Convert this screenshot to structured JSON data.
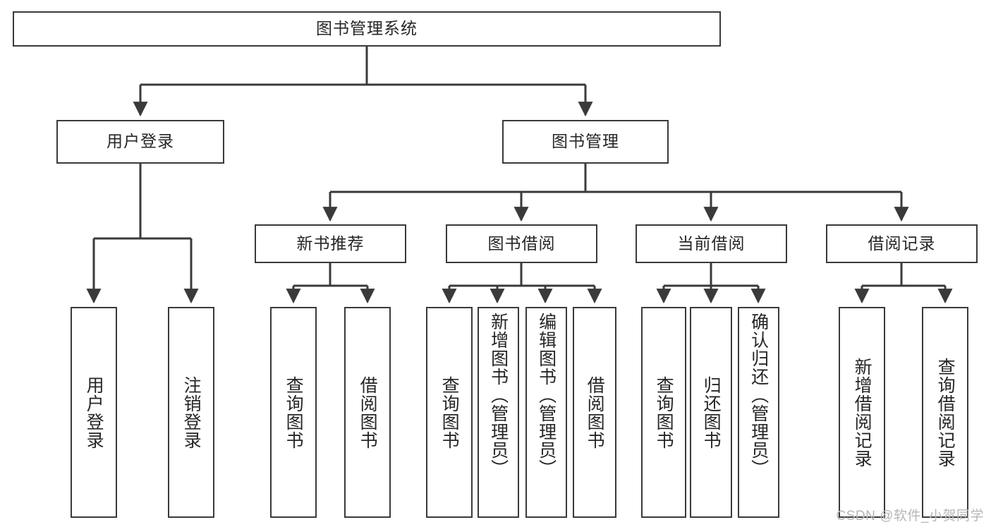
{
  "diagram": {
    "type": "tree",
    "title": "图书管理系统",
    "orientation": "top-down",
    "colors": {
      "stroke": "#3a3a3a",
      "box_fill": "#ffffff",
      "text": "#262626",
      "background": "#ffffff",
      "watermark": "#b6b6b6"
    },
    "root": {
      "label": "图书管理系统"
    },
    "level2": [
      {
        "id": "user-login",
        "label": "用户登录"
      },
      {
        "id": "book-management",
        "label": "图书管理"
      }
    ],
    "level3": [
      {
        "id": "new-book-recommend",
        "label": "新书推荐",
        "parent": "book-management"
      },
      {
        "id": "book-borrow",
        "label": "图书借阅",
        "parent": "book-management"
      },
      {
        "id": "current-borrow",
        "label": "当前借阅",
        "parent": "book-management"
      },
      {
        "id": "borrow-record",
        "label": "借阅记录",
        "parent": "book-management"
      }
    ],
    "leaves": [
      {
        "id": "leaf-user-login",
        "label": "用户登录",
        "parent": "user-login"
      },
      {
        "id": "leaf-logout",
        "label": "注销登录",
        "parent": "user-login"
      },
      {
        "id": "leaf-query-book-1",
        "label": "查询图书",
        "parent": "new-book-recommend"
      },
      {
        "id": "leaf-borrow-book-1",
        "label": "借阅图书",
        "parent": "new-book-recommend"
      },
      {
        "id": "leaf-query-book-2",
        "label": "查询图书",
        "parent": "book-borrow"
      },
      {
        "id": "leaf-add-book",
        "label": "新增图书（管理员）",
        "parent": "book-borrow"
      },
      {
        "id": "leaf-edit-book",
        "label": "编辑图书（管理员）",
        "parent": "book-borrow"
      },
      {
        "id": "leaf-borrow-book-2",
        "label": "借阅图书",
        "parent": "book-borrow"
      },
      {
        "id": "leaf-query-book-3",
        "label": "查询图书",
        "parent": "current-borrow"
      },
      {
        "id": "leaf-return-book",
        "label": "归还图书",
        "parent": "current-borrow"
      },
      {
        "id": "leaf-confirm-return",
        "label": "确认归还（管理员）",
        "parent": "current-borrow"
      },
      {
        "id": "leaf-add-record",
        "label": "新增借阅记录",
        "parent": "borrow-record"
      },
      {
        "id": "leaf-query-record",
        "label": "查询借阅记录",
        "parent": "borrow-record"
      }
    ],
    "watermark": "CSDN @软件_小贺同学"
  }
}
